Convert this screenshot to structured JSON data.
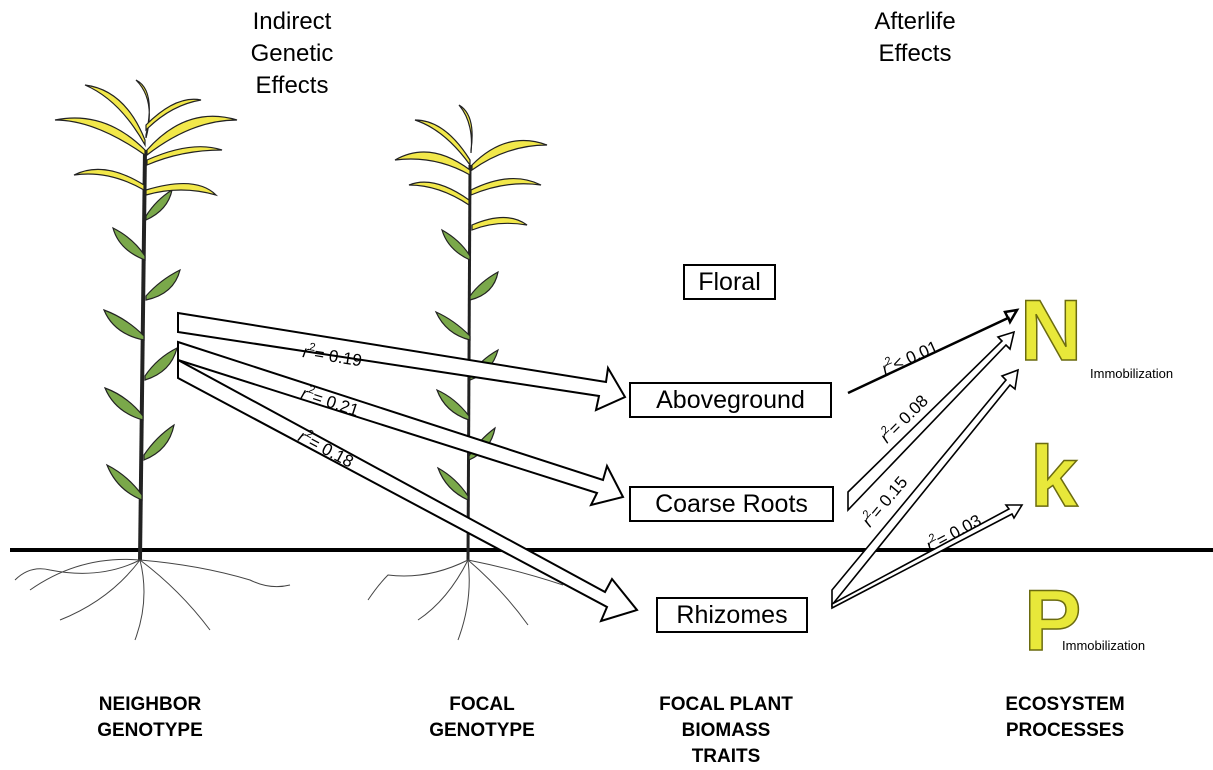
{
  "headers": {
    "indirect": [
      "Indirect",
      "Genetic",
      "Effects"
    ],
    "afterlife": [
      "Afterlife",
      "Effects"
    ]
  },
  "traits": {
    "floral": "Floral",
    "aboveground": "Aboveground",
    "coarse_roots": "Coarse Roots",
    "rhizomes": "Rhizomes"
  },
  "processes": {
    "n": "N",
    "n_sub": "Immobilization",
    "k": "k",
    "p": "P",
    "p_sub": "Immobilization"
  },
  "paths": [
    {
      "from": "Neighbor genotype",
      "to": "Aboveground",
      "label": "r2 = 0.19",
      "r2_text": "= 0.19"
    },
    {
      "from": "Neighbor genotype",
      "to": "Coarse Roots",
      "label": "r2 = 0.21",
      "r2_text": "= 0.21"
    },
    {
      "from": "Neighbor genotype",
      "to": "Rhizomes",
      "label": "r2 = 0.18",
      "r2_text": "= 0.18"
    },
    {
      "from": "Aboveground",
      "to": "N",
      "label": "r2 < 0.01",
      "r2_text": "< 0.01"
    },
    {
      "from": "Coarse Roots",
      "to": "N",
      "label": "r2 = 0.08",
      "r2_text": "= 0.08"
    },
    {
      "from": "Rhizomes",
      "to": "N",
      "label": "r2 = 0.15",
      "r2_text": "= 0.15"
    },
    {
      "from": "Rhizomes",
      "to": "k",
      "label": "r2 = 0.03",
      "r2_text": "= 0.03"
    }
  ],
  "footers": {
    "neighbor": [
      "NEIGHBOR",
      "GENOTYPE"
    ],
    "focal": [
      "FOCAL",
      "GENOTYPE"
    ],
    "biomass": [
      "FOCAL PLANT",
      "BIOMASS",
      "TRAITS"
    ],
    "ecosystem": [
      "ECOSYSTEM",
      "PROCESSES"
    ]
  },
  "colors": {
    "flower": "#f2e84a",
    "leaf": "#7aa84a",
    "letters": "#e8e83a"
  }
}
